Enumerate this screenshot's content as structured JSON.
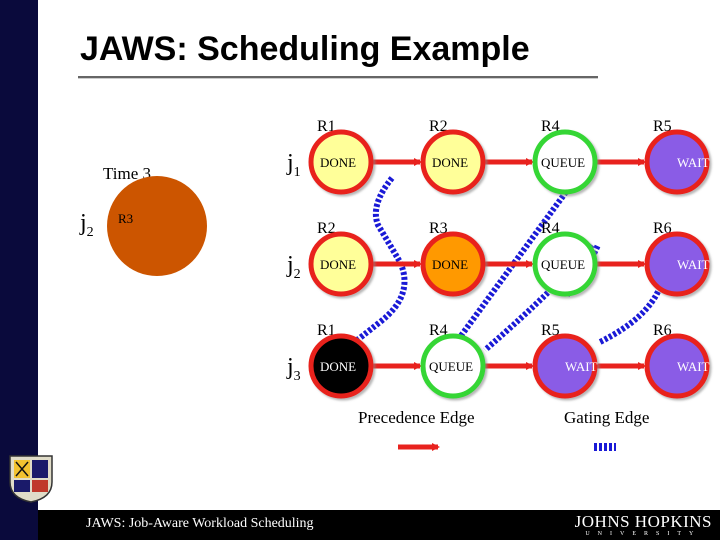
{
  "slide": {
    "title": "JAWS: Scheduling Example",
    "footer_text": "JAWS: Job-Aware Workload Scheduling",
    "logo_line1": "JOHNS HOPKINS",
    "logo_line2": "UNIVERSITY"
  },
  "left_panel": {
    "time_label": "Time 3",
    "job_label": "j",
    "job_sub": "2",
    "node_text": "R3"
  },
  "jobs": [
    {
      "label": "j",
      "sub": "1",
      "nodes": [
        {
          "resource": "R1",
          "state": "DONE"
        },
        {
          "resource": "R2",
          "state": "DONE"
        },
        {
          "resource": "R4",
          "state": "QUEUE"
        },
        {
          "resource": "R5",
          "state": "WAIT"
        }
      ]
    },
    {
      "label": "j",
      "sub": "2",
      "nodes": [
        {
          "resource": "R2",
          "state": "DONE"
        },
        {
          "resource": "R3",
          "state": "DONE"
        },
        {
          "resource": "R4",
          "state": "QUEUE"
        },
        {
          "resource": "R6",
          "state": "WAIT"
        }
      ]
    },
    {
      "label": "j",
      "sub": "3",
      "nodes": [
        {
          "resource": "R1",
          "state": "DONE"
        },
        {
          "resource": "R4",
          "state": "QUEUE"
        },
        {
          "resource": "R5",
          "state": "WAIT"
        },
        {
          "resource": "R6",
          "state": "WAIT"
        }
      ]
    }
  ],
  "legend": {
    "precedence_label": "Precedence Edge",
    "gating_label": "Gating Edge"
  },
  "colors": {
    "done_yellow": "#ffff99",
    "done_orange": "#ff9900",
    "done_black": "#000000",
    "queue_fill": "#ffffff",
    "wait_fill": "#8a5ce6",
    "ring_red": "#e8221e",
    "ring_green": "#36d636",
    "arrow_red": "#e8221e",
    "gating_blue": "#1a1ad6",
    "left_node": "#cc5500"
  }
}
